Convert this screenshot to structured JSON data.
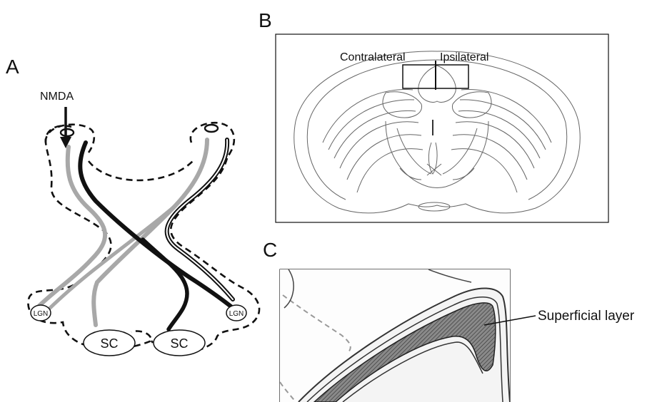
{
  "panels": {
    "a": {
      "letter": "A",
      "drug_label": "NMDA",
      "lgn_left": "LGN",
      "lgn_right": "LGN",
      "sc_left": "SC",
      "sc_right": "SC"
    },
    "b": {
      "letter": "B",
      "contralateral": "Contralateral",
      "ipsilateral": "Ipsilateral"
    },
    "c": {
      "letter": "C",
      "superficial_layer": "Superficial layer"
    }
  },
  "colors": {
    "ink": "#111111",
    "retina_pathway_gray": "#a8a8a8",
    "retina_pathway_black": "#111111",
    "brain_outline": "#666666",
    "superficial_fill": "#7a7a7a"
  }
}
